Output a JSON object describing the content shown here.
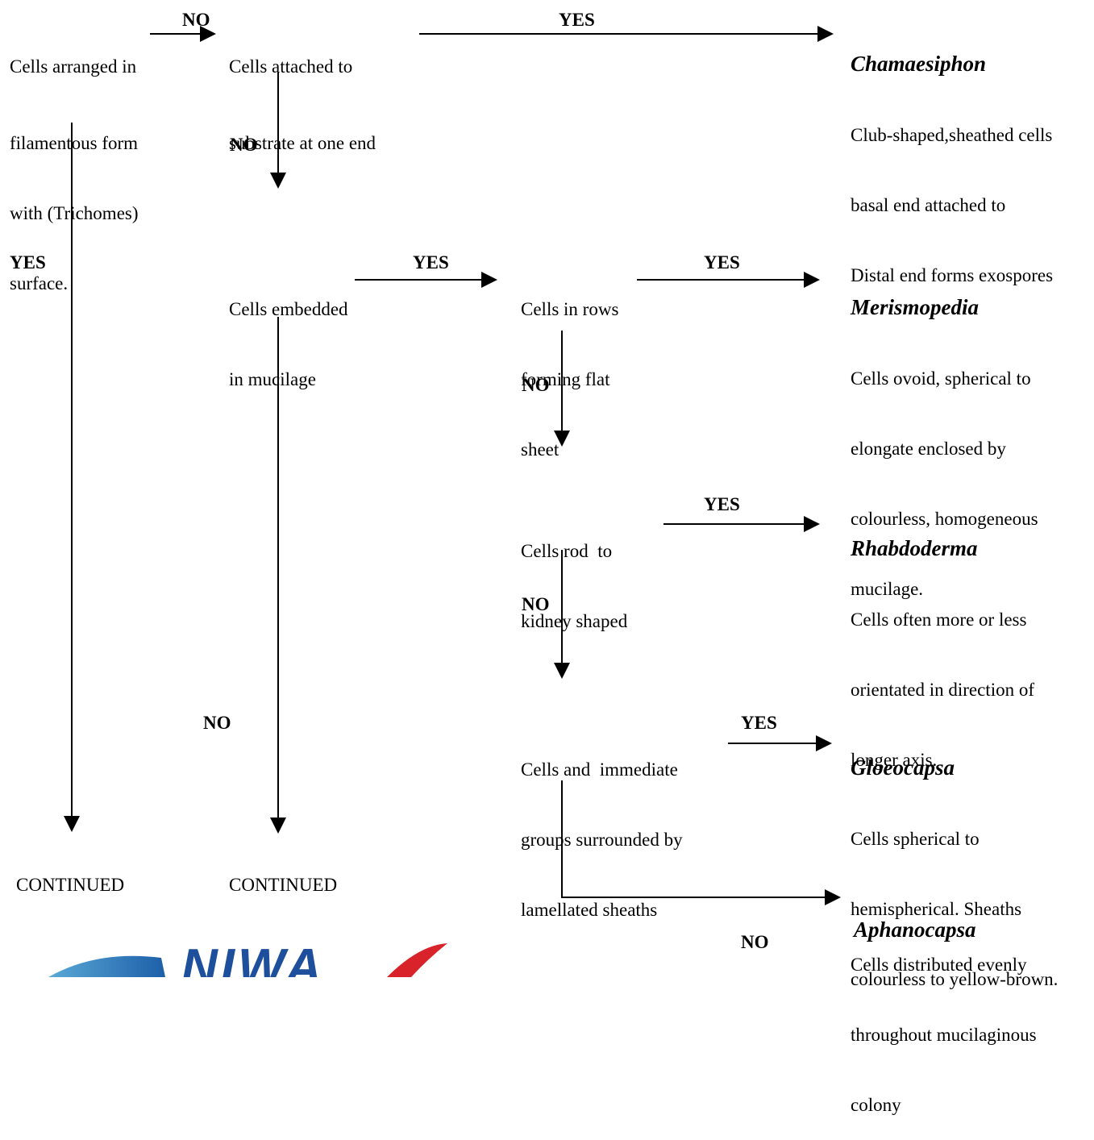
{
  "nodes": {
    "n1": [
      "Cells arranged in",
      "filamentous form",
      "with (Trichomes)",
      "surface."
    ],
    "n2": [
      "Cells attached to",
      "substrate at one end"
    ],
    "n3": [
      "Cells embedded",
      "in mucilage"
    ],
    "n4": [
      "Cells in rows",
      "forming flat",
      "sheet"
    ],
    "n5": [
      "Cells rod  to",
      "kidney shaped"
    ],
    "n6": [
      "Cells and  immediate",
      "groups surrounded by",
      "lamellated sheaths"
    ]
  },
  "genera": {
    "chamaesiphon": {
      "name": "Chamaesiphon",
      "desc": [
        "Club-shaped,sheathed cells",
        "basal end attached to",
        "Distal end forms exospores"
      ]
    },
    "merismopedia": {
      "name": "Merismopedia",
      "desc": [
        "Cells ovoid, spherical to",
        "elongate enclosed by",
        "colourless, homogeneous",
        "mucilage."
      ]
    },
    "rhabdoderma": {
      "name": "Rhabdoderma",
      "desc": [
        "Cells often more or less",
        "orientated in direction of",
        "longer axis."
      ]
    },
    "gloeocapsa": {
      "name": "Gloeocapsa",
      "desc": [
        "Cells spherical to",
        "hemispherical. Sheaths",
        "colourless to yellow-brown."
      ]
    },
    "aphanocapsa": {
      "name": "Aphanocapsa",
      "desc": [
        "Cells distributed evenly",
        "throughout mucilaginous",
        "colony"
      ]
    }
  },
  "labels": {
    "no_n1_n2": "NO",
    "yes_n2_cham": "YES",
    "no_n2_n3": "NO",
    "yes_n1_down": "YES",
    "yes_n3_n4": "YES",
    "yes_n4_meris": "YES",
    "no_n4_n5": "NO",
    "yes_n5_rhab": "YES",
    "no_n5_n6": "NO",
    "no_n3_down": "NO",
    "yes_n6_gloeo": "YES",
    "no_n6_aphano": "NO"
  },
  "continued": {
    "left": "CONTINUED",
    "middle": "CONTINUED"
  },
  "logo": {
    "text": "NIWA"
  }
}
